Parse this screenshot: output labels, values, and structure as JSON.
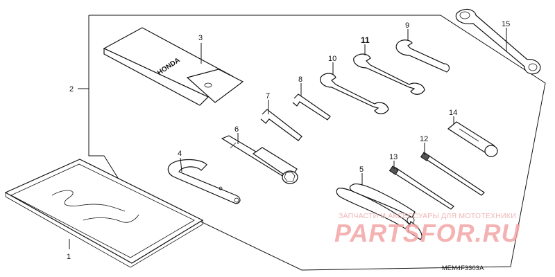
{
  "diagram": {
    "callouts": [
      "1",
      "2",
      "3",
      "4",
      "5",
      "6",
      "7",
      "8",
      "9",
      "10",
      "11",
      "12",
      "13",
      "14",
      "15"
    ],
    "bag_logo": "HONDA",
    "diagram_code": "MEM4F3303A"
  },
  "watermark": {
    "subtitle": "ЗАПЧАСТИ И АКСЕССУАРЫ ДЛЯ МОТОТЕХНИКИ",
    "brand": "PARTSFOR.RU"
  }
}
